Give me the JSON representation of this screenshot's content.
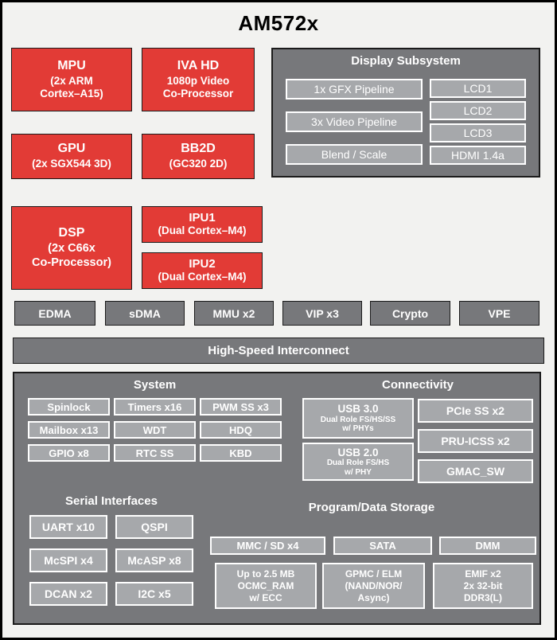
{
  "title": "AM572x",
  "colors": {
    "red": "#e23b36",
    "gray_dark": "#77787b",
    "gray_light": "#a6a8ab",
    "bg": "#f2f2f0",
    "border_dark": "#1b1b1b",
    "text_light": "#ffffff"
  },
  "processors": [
    {
      "title": "MPU",
      "lines": [
        "(2x ARM",
        "Cortex–A15)"
      ]
    },
    {
      "title": "IVA HD",
      "lines": [
        "1080p Video",
        "Co-Processor"
      ]
    },
    {
      "title": "GPU",
      "lines": [
        "(2x SGX544 3D)"
      ]
    },
    {
      "title": "BB2D",
      "lines": [
        "(GC320 2D)"
      ]
    },
    {
      "title": "DSP",
      "lines": [
        "(2x C66x",
        "Co-Processor)"
      ]
    },
    {
      "title": "IPU1",
      "lines": [
        "(Dual Cortex–M4)"
      ]
    },
    {
      "title": "IPU2",
      "lines": [
        "(Dual Cortex–M4)"
      ]
    }
  ],
  "display_subsystem": {
    "title": "Display Subsystem",
    "pipelines": [
      "1x GFX Pipeline",
      "3x Video Pipeline",
      "Blend / Scale"
    ],
    "outputs": [
      "LCD1",
      "LCD2",
      "LCD3",
      "HDMI 1.4a"
    ]
  },
  "utility_row": [
    "EDMA",
    "sDMA",
    "MMU x2",
    "VIP x3",
    "Crypto",
    "VPE"
  ],
  "interconnect": "High-Speed Interconnect",
  "system": {
    "title": "System",
    "cells": [
      "Spinlock",
      "Timers x16",
      "PWM SS x3",
      "Mailbox x13",
      "WDT",
      "HDQ",
      "GPIO x8",
      "RTC SS",
      "KBD"
    ]
  },
  "connectivity": {
    "title": "Connectivity",
    "usb3": {
      "title": "USB 3.0",
      "lines": [
        "Dual Role FS/HS/SS",
        "w/ PHYs"
      ]
    },
    "usb2": {
      "title": "USB 2.0",
      "lines": [
        "Dual Role FS/HS",
        "w/ PHY"
      ]
    },
    "cells": [
      "PCIe SS x2",
      "PRU-ICSS x2",
      "GMAC_SW"
    ]
  },
  "serial": {
    "title": "Serial Interfaces",
    "cells": [
      "UART x10",
      "QSPI",
      "McSPI x4",
      "McASP x8",
      "DCAN x2",
      "I2C x5"
    ]
  },
  "storage": {
    "title": "Program/Data Storage",
    "row1": [
      "MMC / SD x4",
      "SATA",
      "DMM"
    ],
    "row2": [
      {
        "lines": [
          "Up to 2.5 MB",
          "OCMC_RAM",
          "w/ ECC"
        ]
      },
      {
        "lines": [
          "GPMC / ELM",
          "(NAND/NOR/",
          "Async)"
        ]
      },
      {
        "lines": [
          "EMIF x2",
          "2x 32-bit",
          "DDR3(L)"
        ]
      }
    ]
  }
}
